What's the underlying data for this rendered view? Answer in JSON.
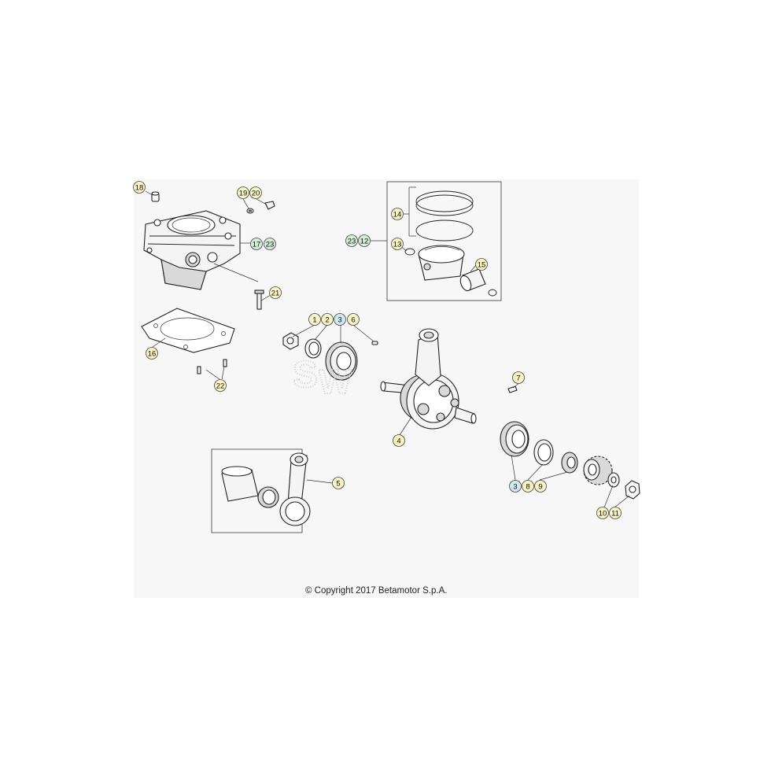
{
  "copyright": "© Copyright 2017 Betamotor S.p.A.",
  "colors": {
    "callout_yellow": "#f6f3c4",
    "callout_blue": "#cfe9ef",
    "callout_green": "#d5ecd9",
    "panel_bg": "#f7f7f7"
  },
  "callouts": {
    "c1": "1",
    "c2": "2",
    "c3a": "3",
    "c3b": "3",
    "c4": "4",
    "c5": "5",
    "c6": "6",
    "c7": "7",
    "c8": "8",
    "c9": "9",
    "c10": "10",
    "c11": "11",
    "c12": "12",
    "c13": "13",
    "c14": "14",
    "c15": "15",
    "c16": "16",
    "c17": "17",
    "c18": "18",
    "c19": "19",
    "c20": "20",
    "c21": "21",
    "c22": "22",
    "c23a": "23",
    "c23b": "23"
  }
}
